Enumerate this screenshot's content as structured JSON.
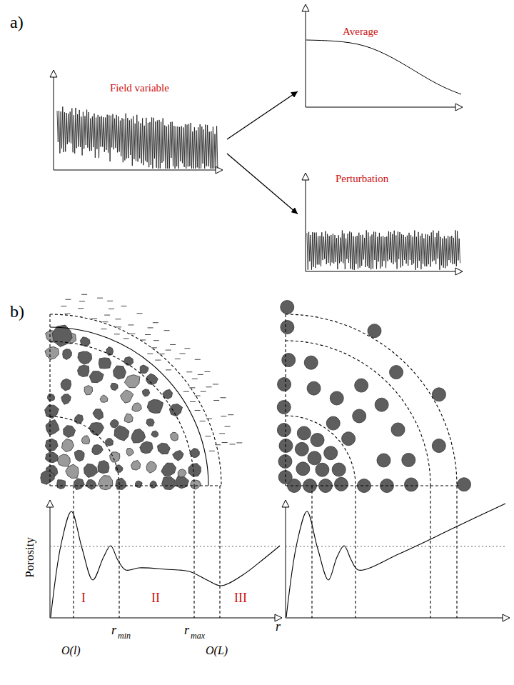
{
  "diagram": {
    "nodes": [
      {
        "text": [
          "Field variable"
        ]
      },
      {
        "text": [
          "Average"
        ]
      },
      {
        "text": [
          "Perturbation"
        ]
      }
    ],
    "edges": [
      {
        "from": 0,
        "to": 1,
        "arrow": "to"
      },
      {
        "from": 0,
        "to": 2,
        "arrow": "to"
      }
    ],
    "labels": [
      "a)",
      "b)",
      "Porosity",
      "I",
      "II",
      "III",
      "r",
      "min",
      "r",
      "max",
      "r",
      "O(l)",
      "O(L)"
    ]
  }
}
